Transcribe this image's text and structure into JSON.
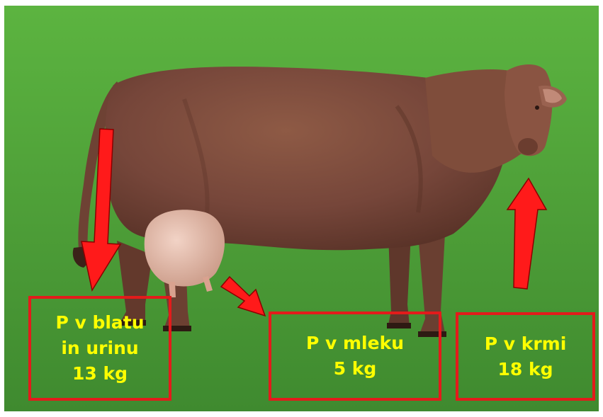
{
  "labels": {
    "feces_urine": {
      "line1": "P v blatu",
      "line2": "in urinu",
      "line3": "13 kg"
    },
    "milk": {
      "line1": "P v mleku",
      "line2": "5 kg"
    },
    "feed": {
      "line1": "P v krmi",
      "line2": "18 kg"
    }
  },
  "colors": {
    "label_text": "#ffff00",
    "box_border": "#e31b1b",
    "arrow": "#ff1a1a",
    "grass": "#4fa63a",
    "cow": "#7a4a38"
  }
}
